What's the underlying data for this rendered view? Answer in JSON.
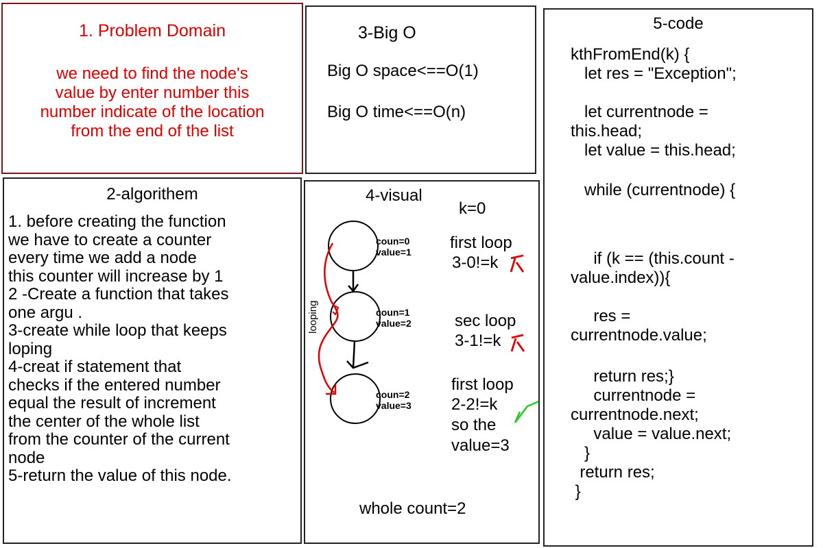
{
  "problem_domain": {
    "title": "1. Problem Domain",
    "lines": [
      "we need to find the node's",
      "value by enter number this",
      "number indicate of the location",
      "from the end of the list"
    ]
  },
  "big_o": {
    "title": "3-Big O",
    "space": "Big O space<==O(1)",
    "time": "Big O time<==O(n)"
  },
  "code": {
    "title": "5-code",
    "lines": [
      "kthFromEnd(k) {",
      "   let res = \"Exception\";",
      "",
      "   let currentnode =",
      "this.head;",
      "   let value = this.head;",
      "",
      "   while (currentnode) {",
      "",
      "",
      "     if (k == (this.count -",
      "value.index)){",
      "",
      "     res =",
      "currentnode.value;",
      "",
      "     return res;}",
      "     currentnode =",
      "currentnode.next;",
      "     value = value.next;",
      "   }",
      "  return res;",
      " }"
    ]
  },
  "algorithm": {
    "title": "2-algorithem",
    "lines": [
      "1. before creating the function",
      "we have to create a counter",
      "every time we add a node",
      "this counter will increase by 1",
      "2 -Create a function that takes",
      "one argu .",
      "3-create while loop that keeps",
      "loping",
      "4-creat if statement that",
      "checks if the entered number",
      "equal  the result of increment",
      "the center of the whole list",
      "from the counter of the current",
      "node",
      "5-return the value of this node."
    ]
  },
  "visual": {
    "title": "4-visual",
    "k_label": "k=0",
    "looping_label": "looping",
    "whole_count": "whole count=2",
    "nodes": [
      {
        "coun": "coun=0",
        "value": "value=1"
      },
      {
        "coun": "coun=1",
        "value": "value=2"
      },
      {
        "coun": "coun=2",
        "value": "value=3"
      }
    ],
    "loops": [
      {
        "lines": [
          "first loop",
          "3-0!=k"
        ],
        "mark": "cross"
      },
      {
        "lines": [
          "sec loop",
          "3-1!=k"
        ],
        "mark": "cross"
      },
      {
        "lines": [
          "first loop",
          "2-2!=k",
          "so the",
          "value=3"
        ],
        "mark": "check"
      }
    ]
  },
  "colors": {
    "problem_text": "#e00000",
    "problem_border": "#7a1616",
    "loop_arrow": "#e00000",
    "cross_mark": "#e00000",
    "check_mark": "#22cc22"
  }
}
